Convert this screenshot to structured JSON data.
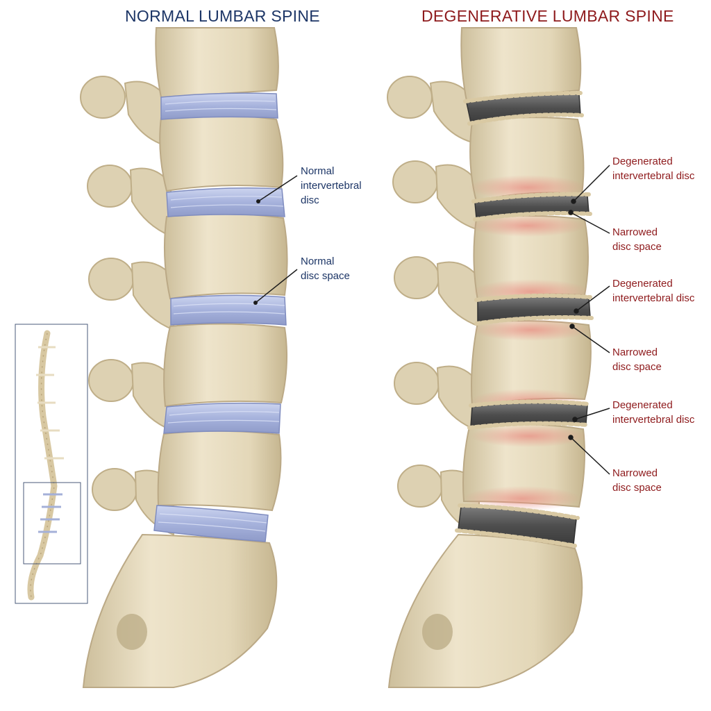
{
  "colors": {
    "normal_accent": "#1c3566",
    "degenerative_accent": "#8e1a1c",
    "bone": "#e6dbbf",
    "bone_shade": "#c8b995",
    "normal_disc": "#aab7df",
    "degenerated_disc": "#5b5b5b",
    "inflammation": "#e9a49a"
  },
  "normal_panel": {
    "title": "NORMAL LUMBAR SPINE",
    "labels": {
      "disc": "Normal\nintervertebral\ndisc",
      "space": "Normal\ndisc space"
    }
  },
  "degenerative_panel": {
    "title": "DEGENERATIVE LUMBAR SPINE",
    "labels": {
      "disc_1": "Degenerated\nintervertebral disc",
      "space_1": "Narrowed\ndisc space",
      "disc_2": "Degenerated\nintervertebral disc",
      "space_2": "Narrowed\ndisc space",
      "disc_3": "Degenerated\nintervertebral disc",
      "space_3": "Narrowed\ndisc space"
    }
  },
  "inset": {
    "icon": "full-spine-icon"
  }
}
